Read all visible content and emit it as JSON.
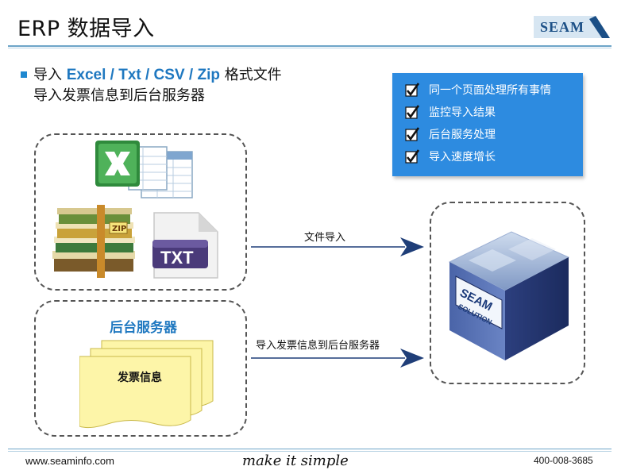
{
  "header": {
    "title": "ERP 数据导入",
    "logo_text": "SEAM"
  },
  "intro": {
    "line1_prefix": "导入 ",
    "line1_formats": "Excel / Txt / CSV / Zip",
    "line1_suffix": " 格式文件",
    "line2": "导入发票信息到后台服务器"
  },
  "features": {
    "items": [
      "同一个页面处理所有事情",
      "监控导入结果",
      "后台服务处理",
      "导入速度增长"
    ]
  },
  "diagram": {
    "file_badge": "TXT",
    "zip_badge": "ZIP",
    "server_title": "后台服务器",
    "invoice_label": "发票信息",
    "arrow_files_label": "文件导入",
    "arrow_invoice_label": "导入发票信息到后台服务器",
    "cube_line1": "SEAM",
    "cube_line2": "SOLUTION"
  },
  "footer": {
    "website": "www.seaminfo.com",
    "slogan": "make it simple",
    "phone": "400-008-3685"
  },
  "colors": {
    "accent_blue": "#2d8be0",
    "highlight_text": "#1f78c0",
    "rule": "#6ea5c8",
    "note_yellow": "#fdf5a8",
    "arrow_navy": "#1f3e78"
  }
}
